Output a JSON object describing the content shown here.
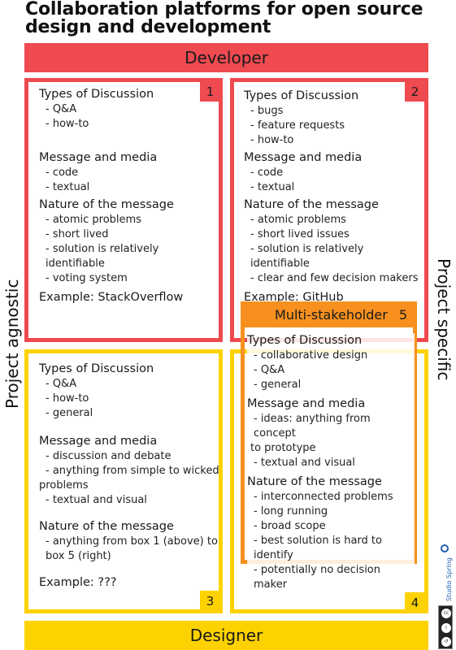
{
  "title": {
    "line1": "Collaboration platforms for open source",
    "line2": "design and development"
  },
  "bands": {
    "developer": "Developer",
    "designer": "Designer"
  },
  "axes": {
    "left": "Project agnostic",
    "right": "Project specific"
  },
  "colors": {
    "developer": "#ee4a50",
    "designer": "#fdd200",
    "multi_stakeholder": "#f7901e"
  },
  "boxes": {
    "box1": {
      "number": "1",
      "types_heading": "Types of Discussion",
      "types": [
        "- Q&A",
        "- how-to"
      ],
      "media_heading": "Message and media",
      "media": [
        "- code",
        "- textual"
      ],
      "nature_heading": "Nature of the message",
      "nature": [
        "- atomic problems",
        "- short lived",
        "- solution is relatively identifiable",
        "- voting system"
      ],
      "example": "Example: StackOverflow"
    },
    "box2": {
      "number": "2",
      "types_heading": "Types of Discussion",
      "types": [
        "- bugs",
        "- feature requests",
        "- how-to"
      ],
      "media_heading": "Message and media",
      "media": [
        "- code",
        "- textual"
      ],
      "nature_heading": "Nature of the message",
      "nature": [
        "- atomic problems",
        "- short lived issues",
        "- solution is relatively identifiable",
        "- clear and few decision makers"
      ],
      "example": "Example: GitHub"
    },
    "box3": {
      "number": "3",
      "types_heading": "Types of Discussion",
      "types": [
        "- Q&A",
        "- how-to",
        "- general"
      ],
      "media_heading": "Message and media",
      "media": [
        "- discussion and debate",
        "- anything from simple to wicked",
        "problems",
        "- textual and visual"
      ],
      "nature_heading": "Nature of the message",
      "nature": [
        "- anything from box 1 (above) to",
        "box 5 (right)"
      ],
      "example": "Example: ???"
    },
    "box4": {
      "number": "4"
    },
    "box5": {
      "number": "5",
      "header": "Multi-stakeholder",
      "types_heading": "Types of Discussion",
      "types": [
        "- collaborative design",
        "- Q&A",
        "- general"
      ],
      "media_heading": "Message and media",
      "media": [
        "- ideas: anything from concept",
        "to  prototype",
        "- textual and visual"
      ],
      "nature_heading": "Nature of the message",
      "nature": [
        "- interconnected problems",
        "- long running",
        "- broad scope",
        "- best solution is hard to identify",
        "- potentially no decision maker"
      ]
    }
  },
  "credits": {
    "studio": "Studio Spring",
    "license": "cc by sa"
  }
}
